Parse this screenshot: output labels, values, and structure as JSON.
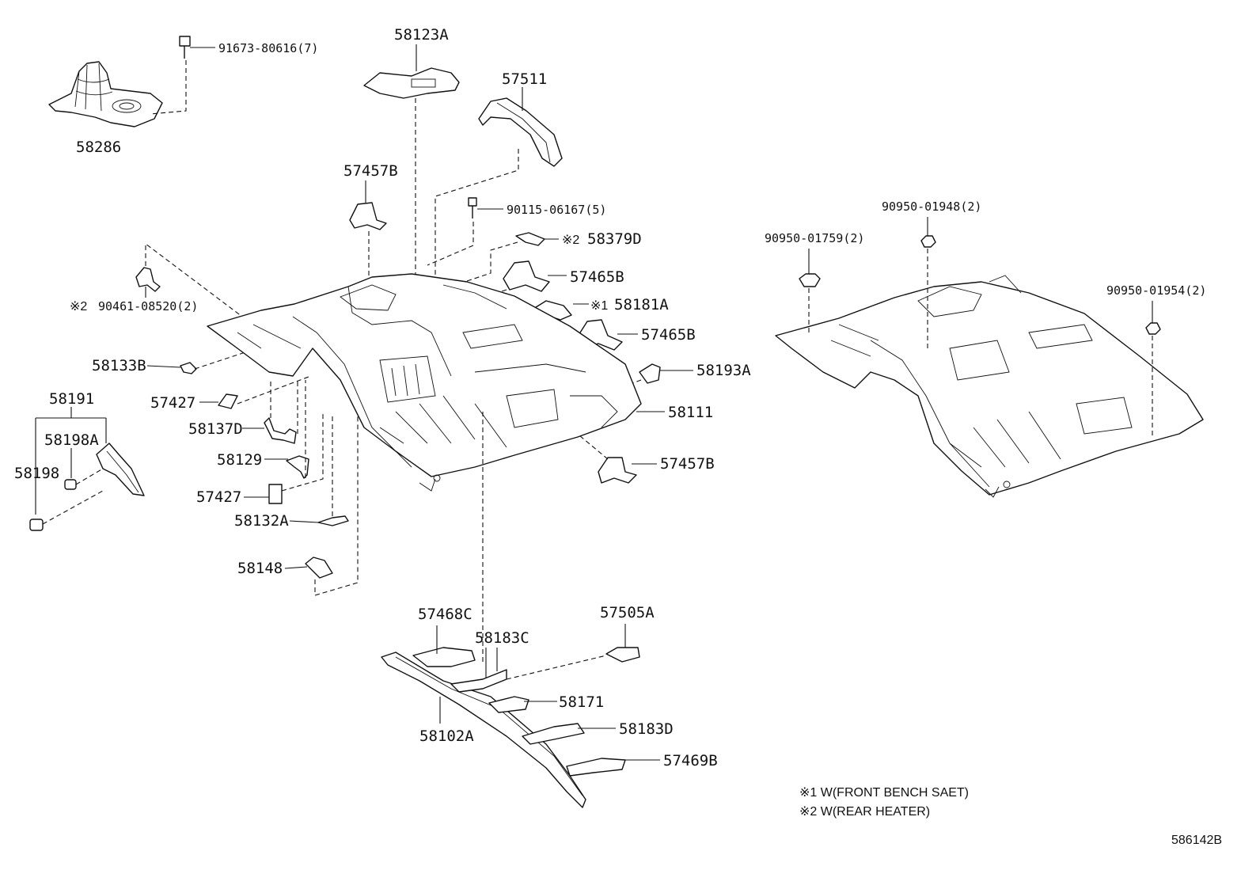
{
  "labels": {
    "p58123A": "58123A",
    "p91673": "91673-80616(7)",
    "p58286": "58286",
    "p57511": "57511",
    "p57457B_top": "57457B",
    "p90115": "90115-06167(5)",
    "p58379D": "58379D",
    "p58379D_mark": "※2",
    "p57465B_a": "57465B",
    "p90461_mark": "※2",
    "p90461": "90461-08520(2)",
    "p58181A_mark": "※1",
    "p58181A": "58181A",
    "p57465B_b": "57465B",
    "p58133B": "58133B",
    "p58193A": "58193A",
    "p58191": "58191",
    "p57427_a": "57427",
    "p58111": "58111",
    "p58198A": "58198A",
    "p58137D": "58137D",
    "p58198": "58198",
    "p58129": "58129",
    "p57457B_bot": "57457B",
    "p57427_b": "57427",
    "p58132A": "58132A",
    "p58148": "58148",
    "p57468C": "57468C",
    "p57505A": "57505A",
    "p58183C": "58183C",
    "p58171": "58171",
    "p58183D": "58183D",
    "p58102A": "58102A",
    "p57469B": "57469B",
    "p90950_01948": "90950-01948(2)",
    "p90950_01759": "90950-01759(2)",
    "p90950_01954": "90950-01954(2)"
  },
  "notes": {
    "note1": "※1 W(FRONT BENCH SAET)",
    "note2": "※2 W(REAR HEATER)"
  },
  "diagram_id": "586142B"
}
